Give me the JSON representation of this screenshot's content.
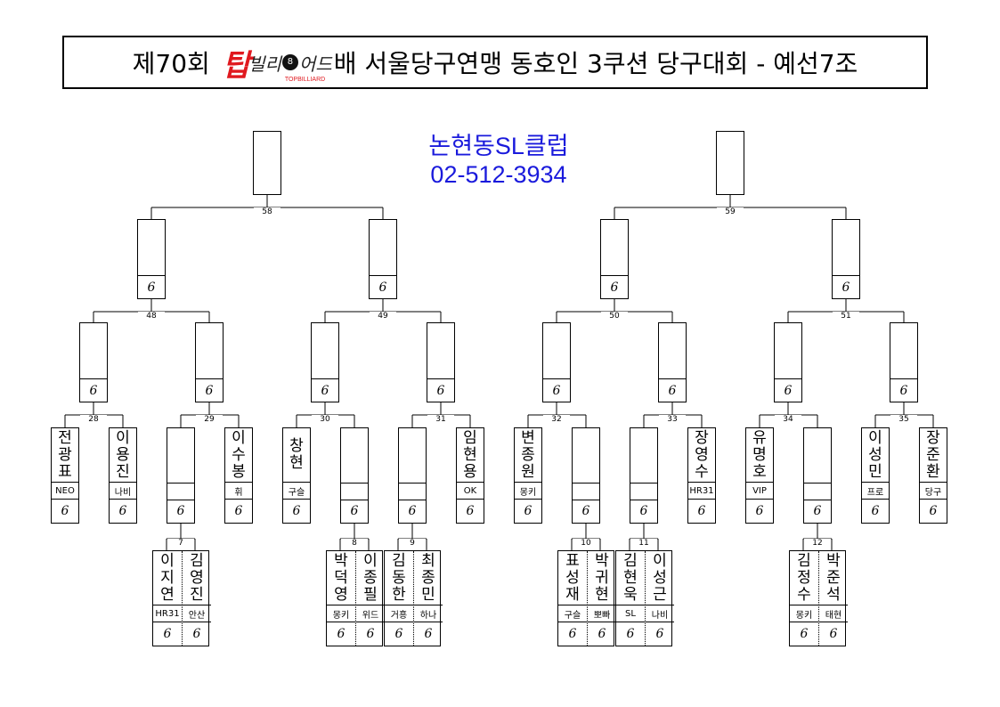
{
  "title": {
    "prefix": "제70회",
    "logo_main": "탑",
    "logo_rest_1": "빌리",
    "logo_ball": "8",
    "logo_rest_2": "어드",
    "logo_sub": "TOPBILLIARD",
    "suffix": "배 서울당구연맹 동호인 3쿠션 당구대회 - 예선7조"
  },
  "club": {
    "name": "논현동SL클럽",
    "phone": "02-512-3934"
  },
  "score_mark": "6",
  "match_numbers": {
    "m58": "58",
    "m59": "59",
    "m48": "48",
    "m49": "49",
    "m50": "50",
    "m51": "51",
    "m28": "28",
    "m29": "29",
    "m30": "30",
    "m31": "31",
    "m32": "32",
    "m33": "33",
    "m34": "34",
    "m35": "35",
    "m7": "7",
    "m8": "8",
    "m9": "9",
    "m10": "10",
    "m11": "11",
    "m12": "12"
  },
  "players": {
    "p1": {
      "name": [
        "전",
        "광",
        "표"
      ],
      "club": "NEO"
    },
    "p2": {
      "name": [
        "이",
        "용",
        "진"
      ],
      "club": "나비"
    },
    "p3": {
      "name": [
        "이",
        "수",
        "봉"
      ],
      "club": "휘"
    },
    "p4": {
      "name": [
        "창",
        "",
        "현"
      ],
      "club": "구슬"
    },
    "p5": {
      "name": [
        "임",
        "현",
        "용"
      ],
      "club": "OK"
    },
    "p6": {
      "name": [
        "변",
        "종",
        "원"
      ],
      "club": "몽키"
    },
    "p7": {
      "name": [
        "장",
        "영",
        "수"
      ],
      "club": "HR31"
    },
    "p8": {
      "name": [
        "유",
        "명",
        "호"
      ],
      "club": "VIP"
    },
    "p9": {
      "name": [
        "이",
        "성",
        "민"
      ],
      "club": "프로"
    },
    "p10": {
      "name": [
        "장",
        "준",
        "환"
      ],
      "club": "당구"
    },
    "q7a": {
      "name": [
        "이",
        "지",
        "연"
      ],
      "club": "HR31"
    },
    "q7b": {
      "name": [
        "김",
        "영",
        "진"
      ],
      "club": "안산"
    },
    "q8a": {
      "name": [
        "박",
        "덕",
        "영"
      ],
      "club": "몽키"
    },
    "q8b": {
      "name": [
        "이",
        "종",
        "필"
      ],
      "club": "위드"
    },
    "q9a": {
      "name": [
        "김",
        "동",
        "한"
      ],
      "club": "거흥"
    },
    "q9b": {
      "name": [
        "최",
        "종",
        "민"
      ],
      "club": "하나"
    },
    "q10a": {
      "name": [
        "표",
        "성",
        "재"
      ],
      "club": "구슬"
    },
    "q10b": {
      "name": [
        "박",
        "귀",
        "현"
      ],
      "club": "뽀빠"
    },
    "q11a": {
      "name": [
        "김",
        "현",
        "욱"
      ],
      "club": "SL"
    },
    "q11b": {
      "name": [
        "이",
        "성",
        "근"
      ],
      "club": "나비"
    },
    "q12a": {
      "name": [
        "김",
        "정",
        "수"
      ],
      "club": "몽키"
    },
    "q12b": {
      "name": [
        "박",
        "준",
        "석"
      ],
      "club": "태현"
    }
  }
}
